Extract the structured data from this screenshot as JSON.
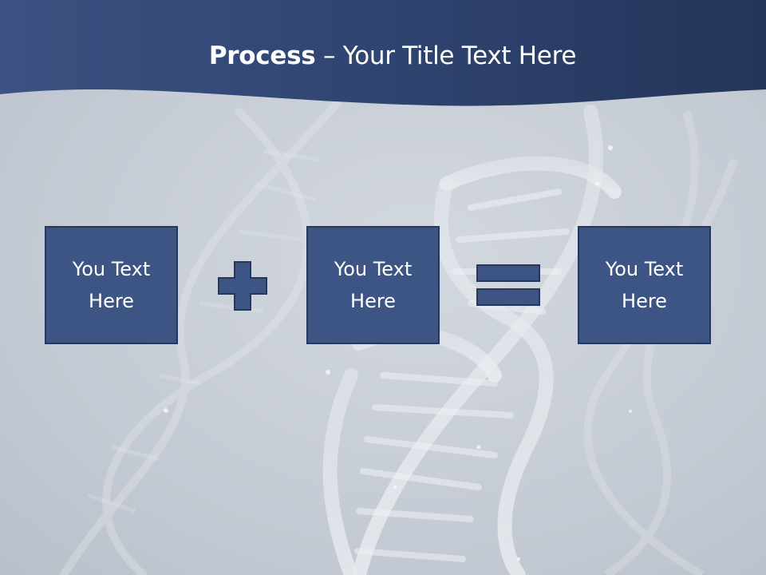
{
  "title": {
    "bold": "Process",
    "rest": " – Your Title Text Here"
  },
  "boxes": [
    {
      "text": "You Text Here"
    },
    {
      "text": "You Text Here"
    },
    {
      "text": "You Text Here"
    }
  ],
  "operators": [
    "plus-icon",
    "equals-icon"
  ],
  "colors": {
    "header": "#2c3f63",
    "box_fill": "#3d5584",
    "box_border": "#26375a",
    "background": "#c9ced6"
  }
}
